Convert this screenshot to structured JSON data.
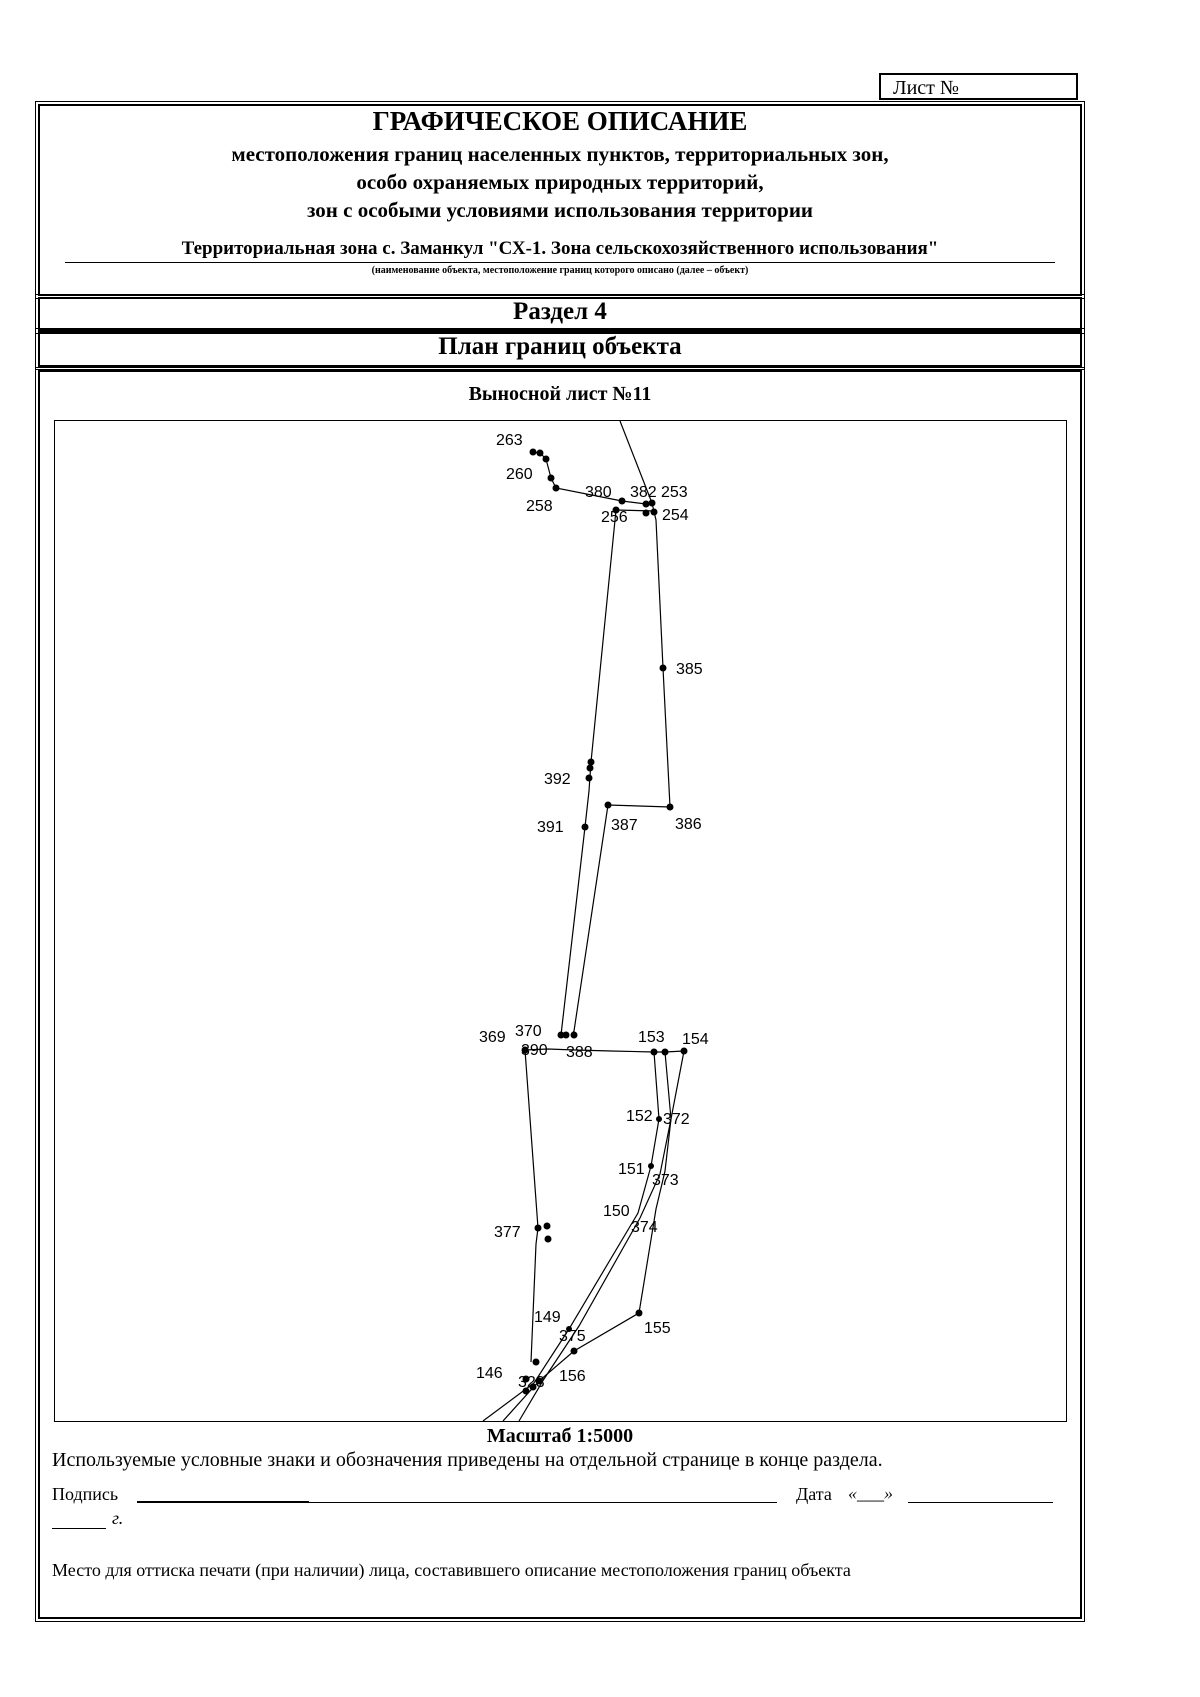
{
  "sheet": {
    "number_label": "Лист №"
  },
  "header": {
    "title": "ГРАФИЧЕСКОЕ ОПИСАНИЕ",
    "subtitle_1": "местоположения границ населенных пунктов, территориальных зон,",
    "subtitle_2": "особо охраняемых природных территорий,",
    "subtitle_3": "зон с особыми условиями использования территории",
    "zone_name": "Территориальная зона с. Заманкул \"СХ-1. Зона сельскохозяйственного использования\"",
    "zone_note": "(наименование объекта, местоположение границ которого описано (далее – объект)"
  },
  "section": {
    "razdel": "Раздел 4",
    "plan": "План границ объекта"
  },
  "map": {
    "sheet_label": "Выносной лист №11",
    "scale_label": "Масштаб 1:5000",
    "point_labels": {
      "p263": "263",
      "p260": "260",
      "p258": "258",
      "p380": "380",
      "p382": "382",
      "p253": "253",
      "p256": "256",
      "p254": "254",
      "p385": "385",
      "p392": "392",
      "p391": "391",
      "p387": "387",
      "p386": "386",
      "p369": "369",
      "p370": "370",
      "p390": "390",
      "p388": "388",
      "p153": "153",
      "p154": "154",
      "p152": "152",
      "p372": "372",
      "p151": "151",
      "p373": "373",
      "p150": "150",
      "p374": "374",
      "p377": "377",
      "p149": "149",
      "p375": "375",
      "p155": "155",
      "p146": "146",
      "p323": "323",
      "p156": "156"
    }
  },
  "footer": {
    "legend_note": "Используемые условные знаки и обозначения приведены на отдельной странице в конце раздела.",
    "sign_label": "Подпись",
    "date_label": "Дата",
    "date_quote": "«___»",
    "year_suffix": "г.",
    "stamp_note": "Место для оттиска печати (при наличии) лица, составившего описание местоположения границ объекта"
  }
}
